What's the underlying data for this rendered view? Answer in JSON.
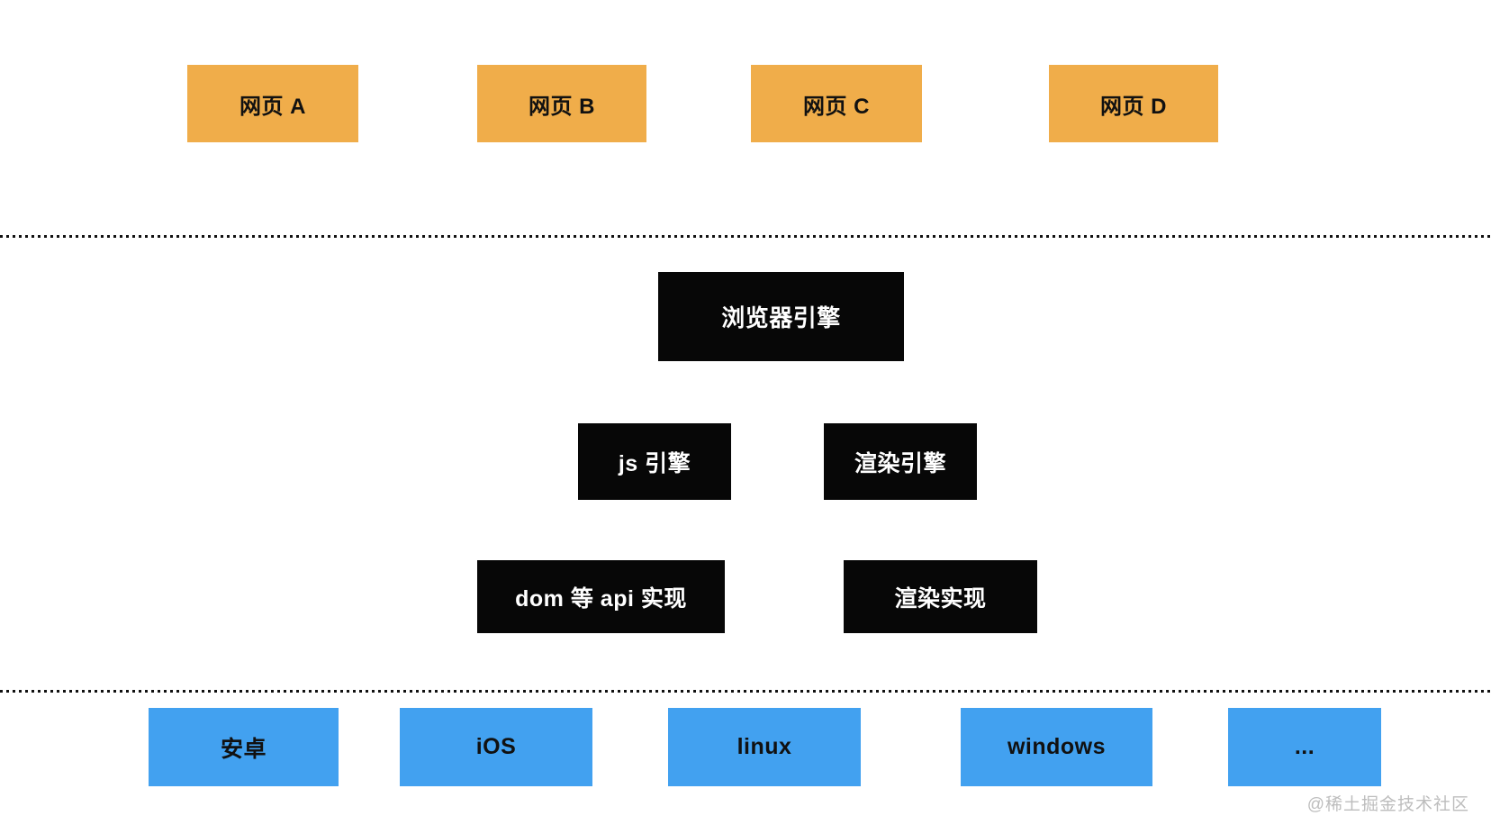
{
  "layers": {
    "web_pages": {
      "items": [
        {
          "label": "网页 A"
        },
        {
          "label": "网页 B"
        },
        {
          "label": "网页 C"
        },
        {
          "label": "网页 D"
        }
      ]
    },
    "browser_engine": {
      "label": "浏览器引擎"
    },
    "engines": {
      "items": [
        {
          "label": "js 引擎"
        },
        {
          "label": "渲染引擎"
        }
      ]
    },
    "implementations": {
      "items": [
        {
          "label": "dom 等 api 实现"
        },
        {
          "label": "渲染实现"
        }
      ]
    },
    "platforms": {
      "items": [
        {
          "label": "安卓"
        },
        {
          "label": "iOS"
        },
        {
          "label": "linux"
        },
        {
          "label": "windows"
        },
        {
          "label": "..."
        }
      ]
    }
  },
  "watermark": {
    "text": "@稀土掘金技术社区"
  },
  "colors": {
    "web_page_box": "#F0AD4A",
    "engine_box": "#070707",
    "engine_text": "#FFFFFF",
    "platform_box": "#42A1F0",
    "box_text": "#111111",
    "dot": "#111111",
    "watermark_text": "#BDBDBD",
    "background": "#FFFFFF"
  }
}
